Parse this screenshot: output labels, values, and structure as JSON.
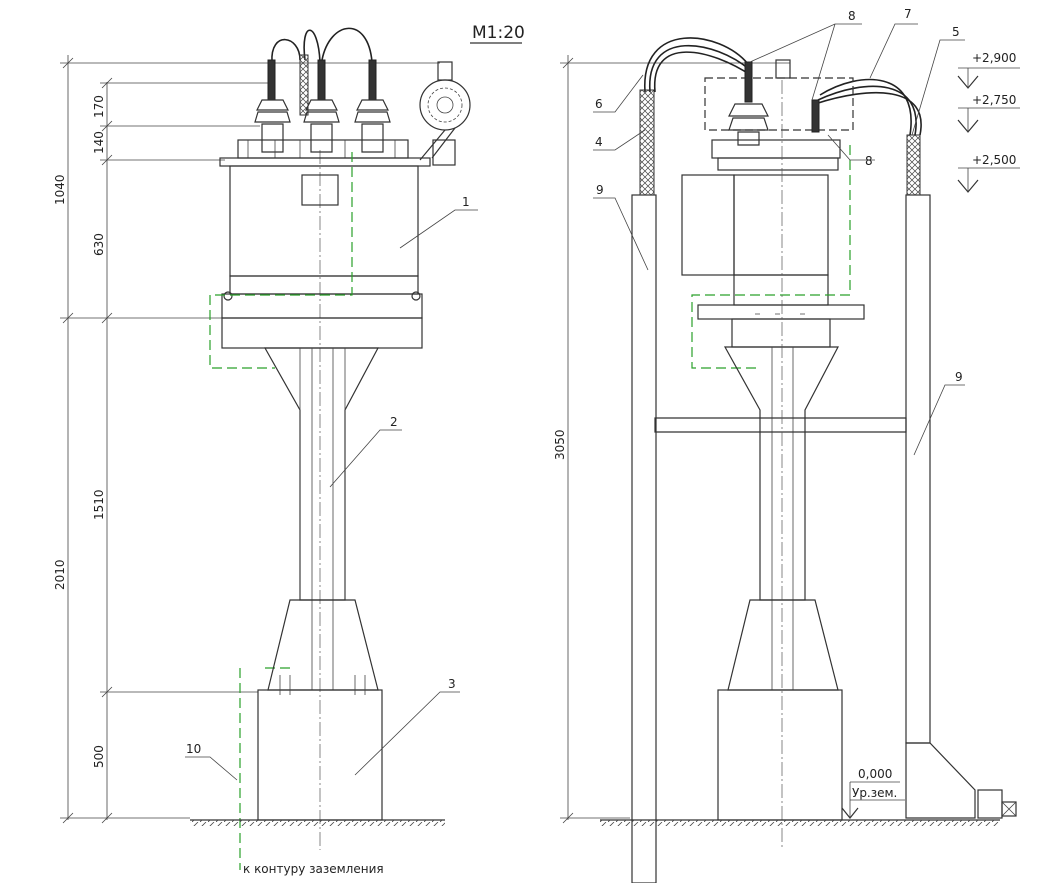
{
  "scale": "М1:20",
  "left_view": {
    "dimensions_outer": [
      "1040",
      "2010"
    ],
    "dimensions_inner": [
      "170",
      "140",
      "630",
      "1510",
      "500"
    ],
    "callouts": [
      "1",
      "2",
      "3",
      "10"
    ],
    "ground_note": "к контуру заземления"
  },
  "right_view": {
    "height_dimension": "3050",
    "callouts": [
      "8",
      "7",
      "5",
      "6",
      "4",
      "9",
      "8",
      "9"
    ],
    "levels": [
      "+2,900",
      "+2,750",
      "+2,500"
    ],
    "ground_level_value": "0,000",
    "ground_level_label": "Ур.зем."
  }
}
